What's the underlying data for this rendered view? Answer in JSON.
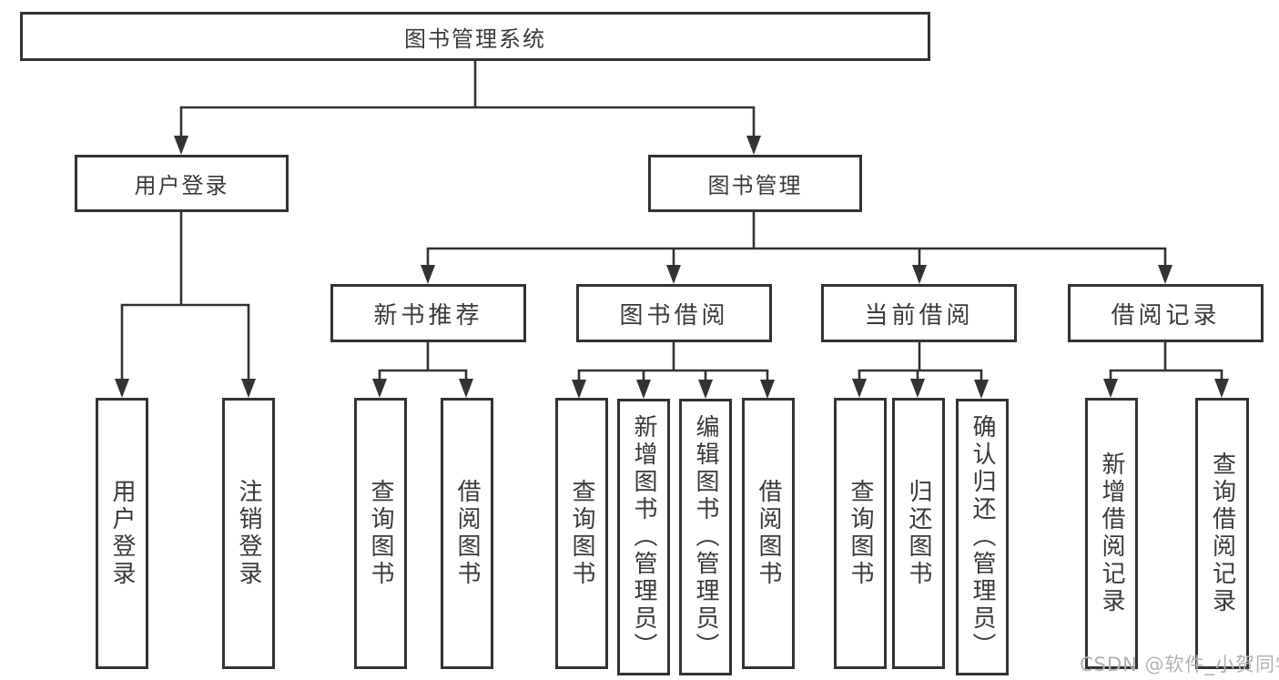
{
  "title": {
    "label": "图书管理系统"
  },
  "level1": [
    {
      "label": "用户登录"
    },
    {
      "label": "图书管理"
    }
  ],
  "level2": [
    {
      "label": "新书推荐"
    },
    {
      "label": "图书借阅"
    },
    {
      "label": "当前借阅"
    },
    {
      "label": "借阅记录"
    }
  ],
  "leaves": [
    {
      "label": "用户登录"
    },
    {
      "label": "注销登录"
    },
    {
      "label": "查询图书"
    },
    {
      "label": "借阅图书"
    },
    {
      "label": "查询图书"
    },
    {
      "label": "新增图书（管理员）"
    },
    {
      "label": "编辑图书（管理员）"
    },
    {
      "label": "借阅图书"
    },
    {
      "label": "查询图书"
    },
    {
      "label": "归还图书"
    },
    {
      "label": "确认归还（管理员）"
    },
    {
      "label": "新增借阅记录"
    },
    {
      "label": "查询借阅记录"
    }
  ],
  "watermark": {
    "text": "CSDN @软件_小贺同学"
  },
  "colors": {
    "line": "#333333",
    "text": "#3a3a3a",
    "watermark": "#b2b2b2",
    "background": "#ffffff"
  }
}
